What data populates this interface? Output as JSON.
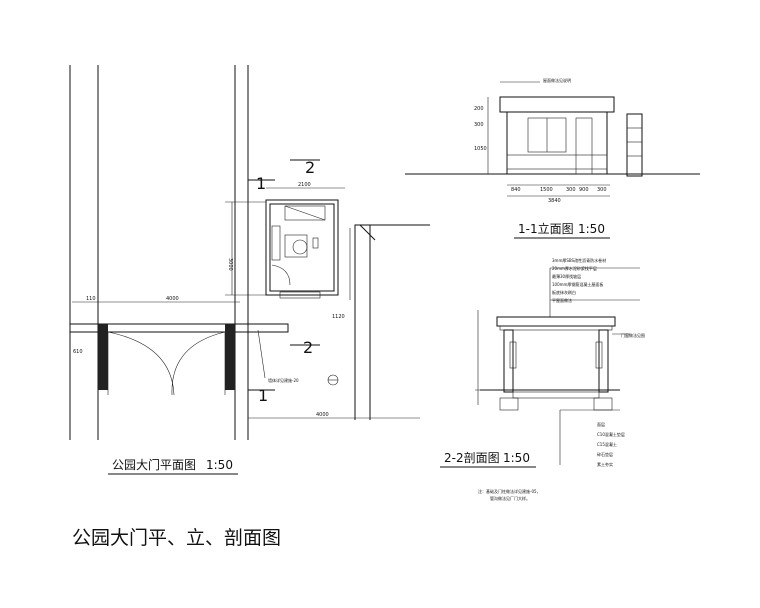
{
  "sheet_title": "公园大门平、立、剖面图",
  "plan": {
    "title": "公园大门平面图",
    "scale": "1:50",
    "section_marks": [
      "1",
      "2",
      "2",
      "1"
    ],
    "dims": {
      "top": "2100",
      "left_vertical": "3000",
      "gate_width": "4000",
      "bottom": "4000",
      "left_top": "110",
      "left_bottom": "610",
      "right_small": "1120"
    },
    "note": "墙体详见建施-20"
  },
  "elevation": {
    "title": "1-1立面图",
    "scale": "1:50",
    "roof_note": "屋面做法见说明",
    "dims_bottom": [
      "840",
      "1500",
      "300",
      "900",
      "300"
    ],
    "dim_total": "3840",
    "dims_left": [
      "200",
      "300",
      "1050"
    ]
  },
  "section": {
    "title": "2-2剖面图",
    "scale": "1:50",
    "roof_layers": [
      "3mm厚SBS改性沥青防水卷材",
      "20mm厚水泥砂浆找平层",
      "最薄30厚找坡层",
      "100mm厚钢筋混凝土屋面板",
      "板底抹灰刷白",
      "平屋面做法"
    ],
    "side_note": "门窗做法见图",
    "floor_layers": [
      "面层",
      "C10混凝土垫层",
      "C15混凝土",
      "碎石垫层",
      "素土夯实"
    ],
    "footnote_1": "注：基础及门柱做法详见建施-05，",
    "footnote_2": "管沟做法见厂门大样。"
  }
}
